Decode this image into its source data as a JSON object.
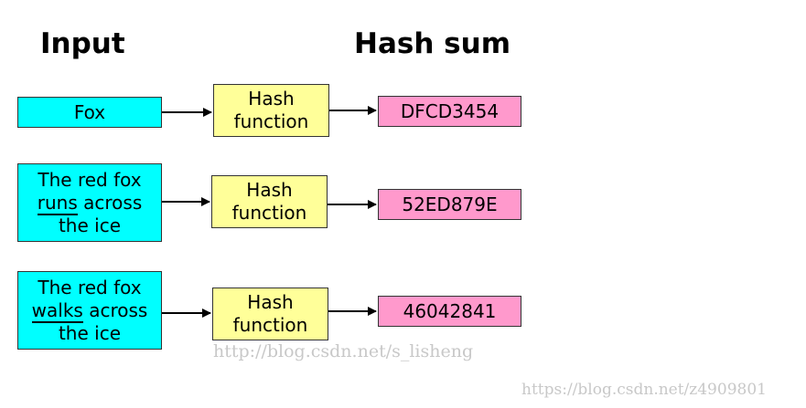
{
  "headings": {
    "input": "Input",
    "output": "Hash sum"
  },
  "rows": [
    {
      "input_lines": [
        "Fox"
      ],
      "function_lines": [
        "Hash",
        "function"
      ],
      "output": "DFCD3454"
    },
    {
      "input_lines": [
        "The red fox",
        "runs across",
        "the ice"
      ],
      "underlined_word": "runs",
      "function_lines": [
        "Hash",
        "function"
      ],
      "output": "52ED879E"
    },
    {
      "input_lines": [
        "The red fox",
        "walks across",
        "the ice"
      ],
      "underlined_word": "walks",
      "function_lines": [
        "Hash",
        "function"
      ],
      "output": "46042841"
    }
  ],
  "watermarks": [
    "http://blog.csdn.net/s_lisheng",
    "https://blog.csdn.net/z4909801"
  ]
}
